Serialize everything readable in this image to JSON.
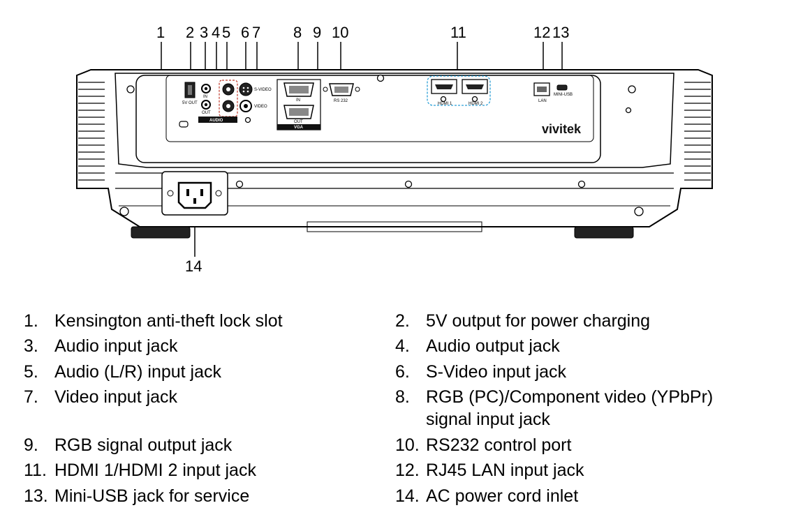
{
  "callouts": [
    "1",
    "2",
    "3",
    "4",
    "5",
    "6",
    "7",
    "8",
    "9",
    "10",
    "11",
    "12",
    "13",
    "14"
  ],
  "panel_labels": {
    "five_v_out": "5V OUT",
    "in": "IN",
    "out": "OUT",
    "audio": "AUDIO",
    "svideo": "S-VIDEO",
    "video": "VIDEO",
    "vga_in": "IN",
    "vga_out": "OUT",
    "vga": "VGA",
    "rs232": "RS 232",
    "hdmi1": "HDMI 1",
    "hdmi2": "HDMI 2",
    "lan": "LAN",
    "mini_usb": "MINI-USB",
    "brand": "vivitek"
  },
  "legend": [
    {
      "num": "1.",
      "text": "Kensington anti-theft lock slot"
    },
    {
      "num": "2.",
      "text": "5V output for power charging"
    },
    {
      "num": "3.",
      "text": "Audio input jack"
    },
    {
      "num": "4.",
      "text": "Audio output jack"
    },
    {
      "num": "5.",
      "text": "Audio (L/R) input jack"
    },
    {
      "num": "6.",
      "text": "S-Video input jack"
    },
    {
      "num": "7.",
      "text": "Video input jack"
    },
    {
      "num": "8.",
      "text": "RGB (PC)/Component video (YPbPr)"
    },
    {
      "num": "",
      "text": "signal input jack"
    },
    {
      "num": "9.",
      "text": "RGB signal output jack"
    },
    {
      "num": "10.",
      "text": "RS232 control port"
    },
    {
      "num": "11.",
      "text": "HDMI 1/HDMI 2 input jack"
    },
    {
      "num": "12.",
      "text": "RJ45 LAN input jack"
    },
    {
      "num": "13.",
      "text": "Mini-USB jack for service"
    },
    {
      "num": "14.",
      "text": "AC power cord inlet"
    }
  ]
}
